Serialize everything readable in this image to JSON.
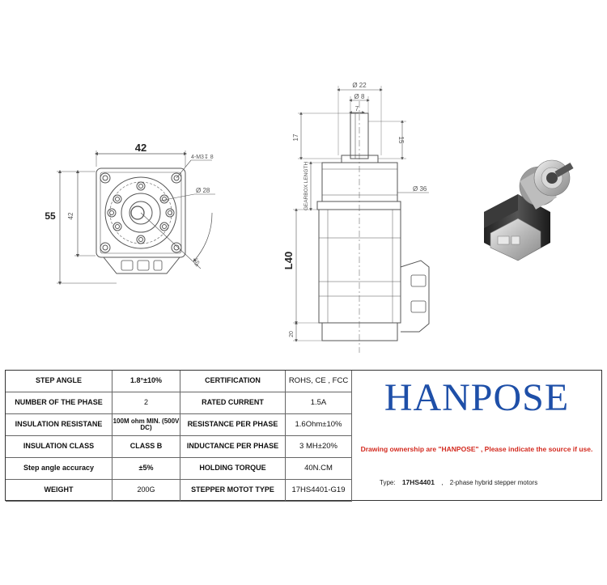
{
  "drawing": {
    "front_view": {
      "width_dim": "42",
      "height_dim": "55",
      "inner_height_dim": "42",
      "hole_callout": "4-M3",
      "hole_depth": "↧ 8",
      "circle_dia": "Ø 28",
      "angle": "45°"
    },
    "side_view": {
      "shaft_outer_dia": "Ø 22",
      "shaft_dia": "Ø 8",
      "flat_width": "7",
      "shaft_length": "17",
      "flat_length": "15",
      "gearbox_dia": "Ø 36",
      "gearbox_length_label": "GEARBOX LENGTH",
      "motor_length": "L40",
      "connector_length": "20"
    }
  },
  "specs": {
    "rows": [
      {
        "label": "STEP ANGLE",
        "value": "1.8°±10%",
        "label2": "CERTIFICATION",
        "value2": "ROHS, CE , FCC"
      },
      {
        "label": "NUMBER OF THE PHASE",
        "value": "2",
        "label2": "RATED CURRENT",
        "value2": "1.5A"
      },
      {
        "label": "INSULATION RESISTANE",
        "value": "100M ohm MIN. (500V DC)",
        "label2": "RESISTANCE PER PHASE",
        "value2": "1.6Ohm±10%"
      },
      {
        "label": "INSULATION CLASS",
        "value": "CLASS B",
        "label2": "INDUCTANCE PER PHASE",
        "value2": "3 MH±20%"
      },
      {
        "label": "Step angle accuracy",
        "value": "±5%",
        "label2": "HOLDING TORQUE",
        "value2": "40N.CM"
      },
      {
        "label": "WEIGHT",
        "value": "200G",
        "label2": "STEPPER MOTOT TYPE",
        "value2": "17HS4401-G19"
      }
    ]
  },
  "brand": {
    "name": "HANPOSE",
    "ownership_notice": "Drawing ownership are \"HANPOSE\" , Please indicate the source if use.",
    "type_label": "Type:",
    "type_value": "17HS4401",
    "separator": ",",
    "description": "2-phase hybrid stepper motors"
  },
  "colors": {
    "brand_blue": "#1e4fa8",
    "notice_red": "#d32a1f",
    "line": "#555555"
  }
}
